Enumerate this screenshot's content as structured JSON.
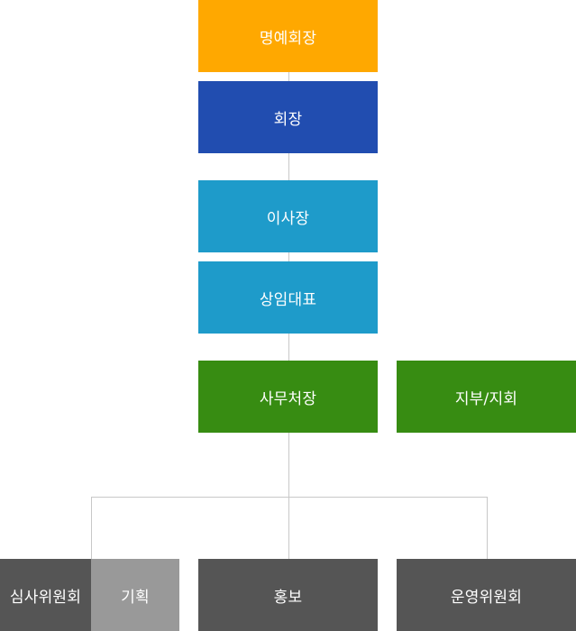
{
  "org_chart": {
    "honorary_chairman": {
      "label": "명예회장",
      "color": "#FFA800"
    },
    "chairman": {
      "label": "회장",
      "color": "#214DB0"
    },
    "board_chairman": {
      "label": "이사장",
      "color": "#1E9BCA"
    },
    "standing_rep": {
      "label": "상임대표",
      "color": "#1E9BCA"
    },
    "secretary_general": {
      "label": "사무처장",
      "color": "#378C12"
    },
    "branches": {
      "label": "지부/지회",
      "color": "#378C12"
    },
    "review_committee": {
      "label": "심사위원회",
      "color": "#555555"
    },
    "planning": {
      "label": "기획",
      "color": "#999999"
    },
    "pr": {
      "label": "홍보",
      "color": "#555555"
    },
    "operations_committee": {
      "label": "운영위원회",
      "color": "#555555"
    },
    "connector_color": "#C8C8C8"
  }
}
